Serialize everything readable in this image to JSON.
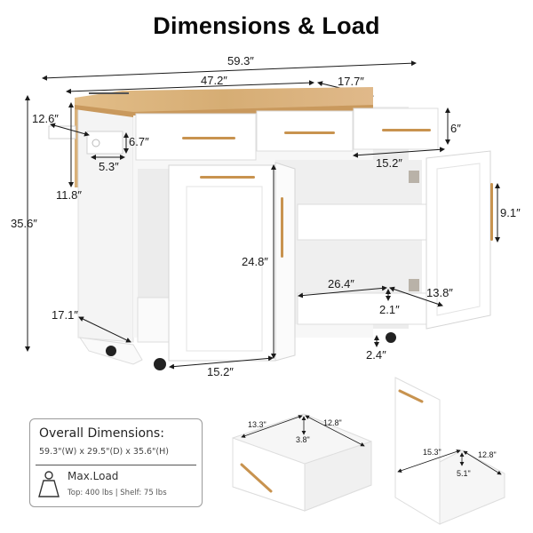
{
  "title": "Dimensions & Load",
  "colors": {
    "wood": "#d9b27c",
    "wood_edge": "#c99a5e",
    "cabinet_white": "#ffffff",
    "cabinet_shadow": "#e6e6e6",
    "handle_gold": "#c8934f",
    "arrow": "#1a1a1a",
    "card_border": "#9a9a9a"
  },
  "main_dimensions": {
    "overall_width": "59.3″",
    "cabinet_width": "47.2″",
    "drop_leaf_depth": "17.7″",
    "towel_bar_length": "12.6″",
    "side_box_height": "6.7″",
    "side_box_width": "5.3″",
    "drop_leaf_height": "11.8″",
    "total_height": "35.6″",
    "drawer_height": "6″",
    "drawer_width": "15.2″",
    "door_handle_length": "9.1″",
    "door_height": "24.8″",
    "pullout_depth": "17.1″",
    "door_width": "15.2″",
    "shelf_width": "26.4″",
    "shelf_lip": "2.1″",
    "shelf_depth": "13.8″",
    "caster_clearance": "2.4″"
  },
  "info_card": {
    "title": "Overall Dimensions:",
    "overall": "59.3\"(W) x 29.5\"(D) x 35.6\"(H)",
    "load_label": "Max.Load",
    "load_values": "Top: 400 lbs  | Shelf: 75 lbs"
  },
  "drawer_detail": {
    "width": "13.3\"",
    "depth": "12.8\"",
    "height": "3.8\""
  },
  "pullout_detail": {
    "width": "15.3\"",
    "depth": "12.8\"",
    "height": "5.1\""
  }
}
